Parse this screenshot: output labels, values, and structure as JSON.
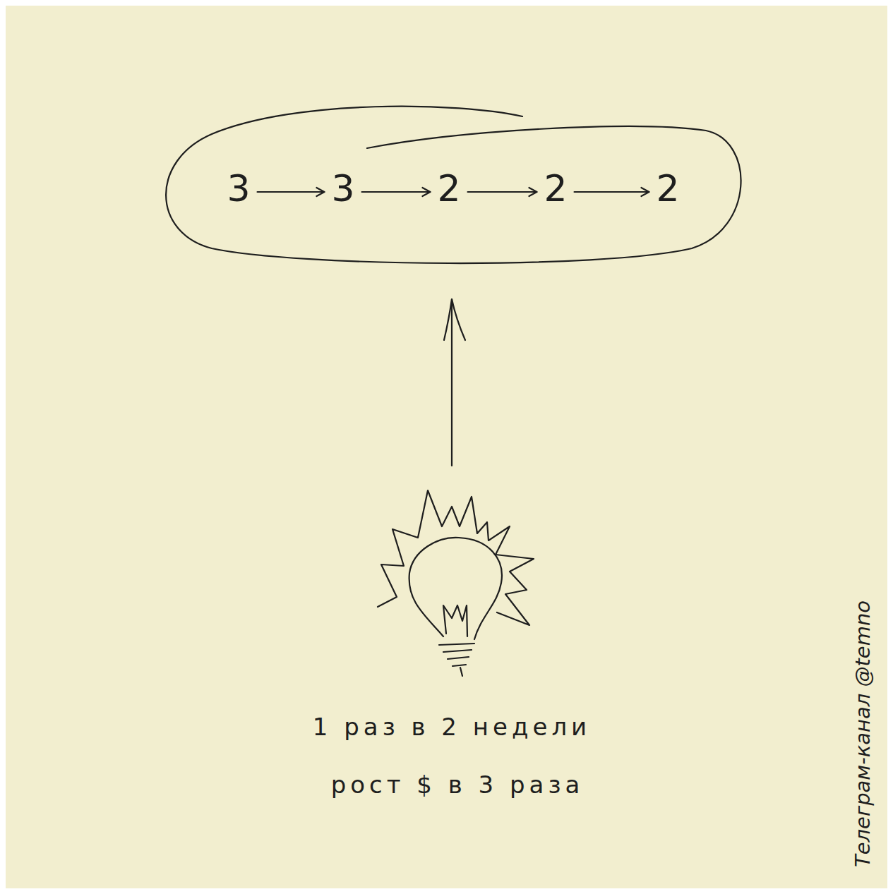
{
  "diagram": {
    "nodes": [
      {
        "text": [
          "3"
        ]
      },
      {
        "text": [
          "3"
        ]
      },
      {
        "text": [
          "2"
        ]
      },
      {
        "text": [
          "2"
        ]
      },
      {
        "text": [
          "2"
        ]
      }
    ],
    "edges": [
      {
        "from": 0,
        "to": 1,
        "arrow": "to"
      },
      {
        "from": 1,
        "to": 2,
        "arrow": "to"
      },
      {
        "from": 2,
        "to": 3,
        "arrow": "to"
      },
      {
        "from": 3,
        "to": 4,
        "arrow": "to"
      }
    ],
    "labels": [
      "1 раз в 2 недели",
      "рост $ в 3 раза",
      "Телеграм-канал @temno"
    ]
  }
}
